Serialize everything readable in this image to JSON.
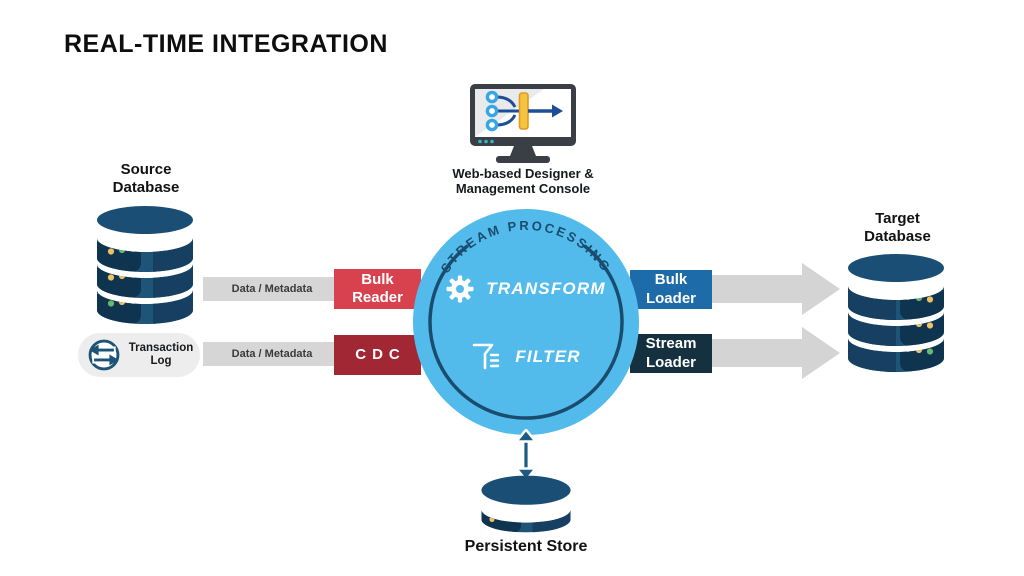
{
  "title": "REAL-TIME INTEGRATION",
  "console": {
    "caption": "Web-based Designer & Management Console",
    "icon": "monitor-with-data-flow-icon"
  },
  "source_database": {
    "label": "Source Database",
    "icon": "database-cylinder-icon"
  },
  "transaction_log": {
    "label": "Transaction Log",
    "icon": "transfer-arrows-icon"
  },
  "flows": {
    "bulk_read_label": "Data / Metadata",
    "cdc_label": "Data / Metadata"
  },
  "components": {
    "bulk_reader": "Bulk Reader",
    "cdc": "CDC",
    "bulk_loader": "Bulk Loader",
    "stream_loader": "Stream Loader"
  },
  "stream_processing": {
    "ring_label": "STREAM PROCESSING",
    "transform_label": "TRANSFORM",
    "filter_label": "FILTER",
    "transform_icon": "gear-icon",
    "filter_icon": "funnel-icon"
  },
  "target_database": {
    "label": "Target Database",
    "icon": "database-cylinder-icon"
  },
  "persistent_store": {
    "label": "Persistent Store",
    "icon": "disk-cylinder-icon"
  },
  "colors": {
    "circle_blue": "#52bbec",
    "ring_navy": "#1a4c6d",
    "database_navy": "#1b4e74",
    "database_shade": "#163f61",
    "dots_patch": "#0e3450",
    "dot_yellow": "#eec163",
    "dot_green": "#6ab86d",
    "bulk_reader_red": "#d8424f",
    "cdc_dark_red": "#a02733",
    "bulk_loader_blue": "#1e6baa",
    "stream_loader_navy": "#15313f",
    "flow_gray": "#d6d6d6",
    "monitor_frame": "#3a3f46",
    "monitor_blue_line": "#1e4d97",
    "monitor_ring_blue": "#38a5e5",
    "monitor_bar_yellow": "#f6c33d",
    "monitor_dot_teal": "#2fb9c4"
  }
}
